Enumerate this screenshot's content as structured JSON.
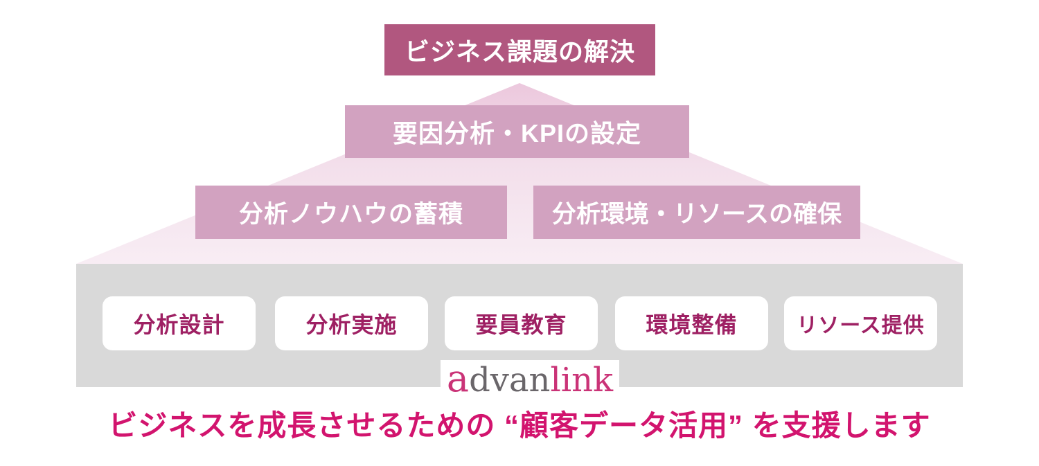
{
  "pyramid": {
    "level1": {
      "label": "ビジネス課題の解決"
    },
    "level2": {
      "label": "要因分析・KPIの設定"
    },
    "level3_left": {
      "label": "分析ノウハウの蓄積"
    },
    "level3_right": {
      "label": "分析環境・リソースの確保"
    }
  },
  "foundation": {
    "items": [
      {
        "label": "分析設計"
      },
      {
        "label": "分析実施"
      },
      {
        "label": "要員教育"
      },
      {
        "label": "環境整備"
      },
      {
        "label": "リソース提供"
      }
    ]
  },
  "logo": {
    "full": "advanlink",
    "segment1": "a",
    "segment2": "dvan",
    "segment3": "link"
  },
  "tagline": {
    "text": "ビジネスを成長させるための “顧客データ活用” を支援します"
  },
  "colors": {
    "level1_bg": "#b1577f",
    "level2_bg": "#d2a2c0",
    "level3_bg": "#d2a2c0",
    "triangle_top": "#ecc8dd",
    "triangle_bottom": "#f8edf4",
    "foundation_bg": "#d9d9d9",
    "card_bg": "#ffffff",
    "card_text": "#9e2063",
    "logo_accent": "#ca3377",
    "logo_gray": "#6a666a",
    "tagline_text": "#d2146e"
  }
}
